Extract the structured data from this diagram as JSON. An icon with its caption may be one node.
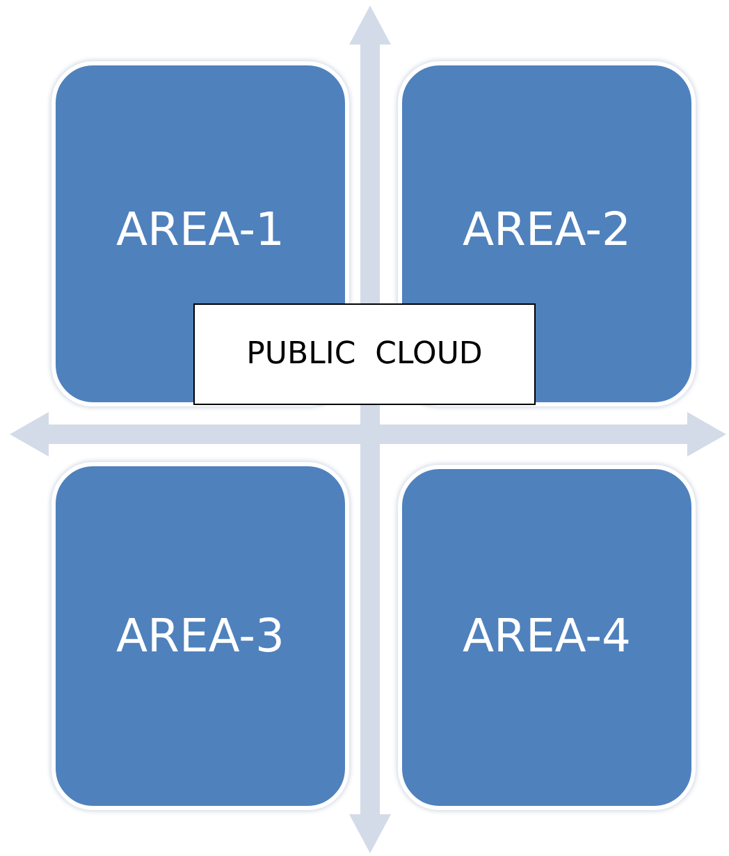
{
  "diagram": {
    "nodes": [
      {
        "text": [
          "AREA-1"
        ]
      },
      {
        "text": [
          "AREA-2"
        ]
      },
      {
        "text": [
          "PUBLIC  CLOUD"
        ]
      },
      {
        "text": [
          "AREA-3"
        ]
      },
      {
        "text": [
          "AREA-4"
        ]
      }
    ]
  }
}
